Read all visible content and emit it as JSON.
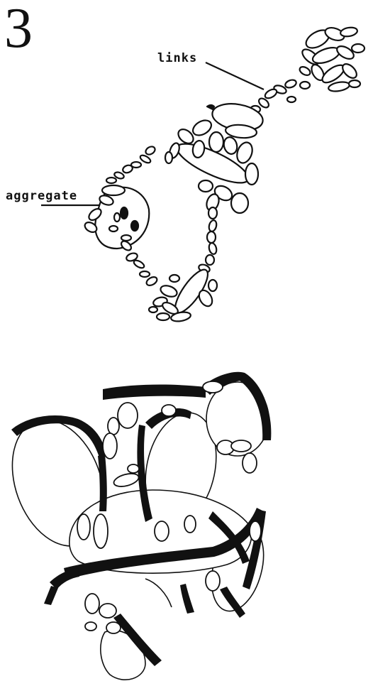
{
  "figure": {
    "number": "3",
    "labels": {
      "links": "links",
      "aggregate": "aggregate"
    }
  },
  "colors": {
    "ink": "#111111",
    "background": "#ffffff"
  }
}
